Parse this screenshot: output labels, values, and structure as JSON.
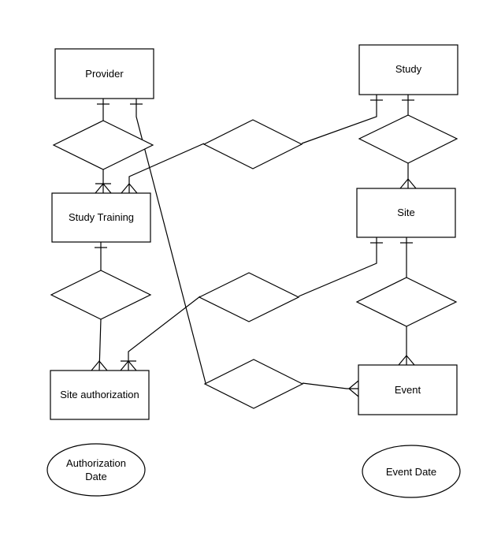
{
  "entities": {
    "provider": "Provider",
    "study": "Study",
    "study_training": "Study Training",
    "site": "Site",
    "site_authorization": "Site authorization",
    "event": "Event"
  },
  "attributes": {
    "authorization_date_line1": "Authorization",
    "authorization_date_line2": "Date",
    "event_date": "Event Date"
  },
  "colors": {
    "stroke": "#000000",
    "fill": "#ffffff"
  }
}
